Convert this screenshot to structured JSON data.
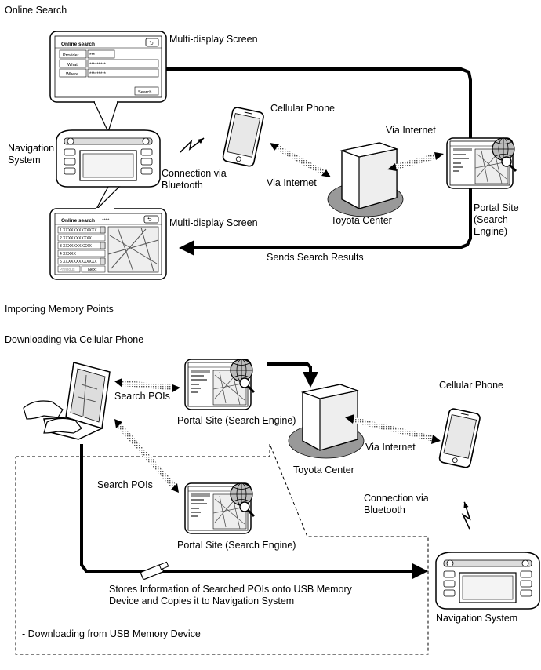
{
  "online": {
    "section_title": "Online Search",
    "multi_display_top": "Multi-display Screen",
    "multi_display_bottom": "Multi-display Screen",
    "navigation_system": [
      "Navigation",
      "System"
    ],
    "cellular_phone": "Cellular Phone",
    "connection_bluetooth": [
      "Connection via",
      "Bluetooth"
    ],
    "via_internet_left": "Via Internet",
    "via_internet_right": "Via Internet",
    "toyota_center": "Toyota Center",
    "portal_site": [
      "Portal Site",
      "(Search",
      "Engine)"
    ],
    "sends_results": "Sends Search Results",
    "search_screen": {
      "title": "Online search",
      "back": "⮌",
      "rows": [
        {
          "label": "Provider",
          "value": "***"
        },
        {
          "label": "What",
          "value": "*********"
        },
        {
          "label": "Where",
          "value": "*********"
        }
      ],
      "search_button": "Search"
    },
    "results_screen": {
      "title": "Online search",
      "subtitle": "****",
      "back": "⮌",
      "items": [
        "1 XXXXXXXXXXXXX",
        "2 XXXXXXXXXXX",
        "3 XXXXXXXXXXX",
        "4 XXXXX",
        "5 XXXXXXXXXXXXX"
      ],
      "prev": "Previous",
      "next": "Next"
    }
  },
  "importing": {
    "section_title": "Importing Memory Points",
    "sub_title": "Downloading via Cellular Phone",
    "search_pois_top": "Search POIs",
    "search_pois_bottom": "Search POIs",
    "portal_top": "Portal Site (Search Engine)",
    "portal_bottom": "Portal Site (Search Engine)",
    "toyota_center": "Toyota Center",
    "via_internet": "Via Internet",
    "cellular_phone": "Cellular Phone",
    "connection_bluetooth": [
      "Connection via",
      "Bluetooth"
    ],
    "stores_info": [
      "Stores Information of Searched POIs onto USB Memory",
      "Device and Copies it to Navigation System"
    ],
    "navigation_system": "Navigation System",
    "usb_note": "- Downloading from USB Memory Device"
  }
}
